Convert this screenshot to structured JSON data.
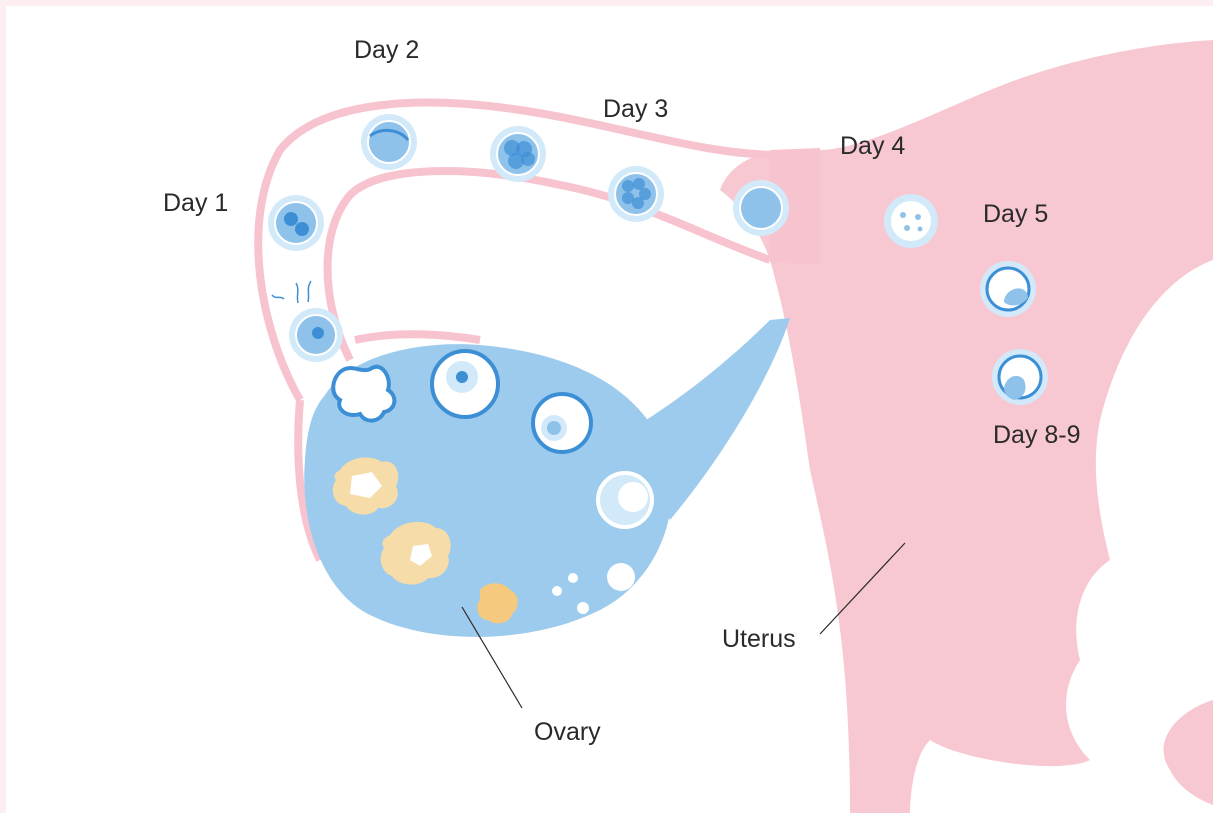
{
  "labels": {
    "day1": "Day 1",
    "day2": "Day 2",
    "day3": "Day 3",
    "day4": "Day 4",
    "day5": "Day 5",
    "day89": "Day 8-9",
    "uterus": "Uterus",
    "ovary": "Ovary"
  },
  "colors": {
    "frame": "#fdeef1",
    "uterus_pink": "#f8c8d2",
    "tube_pink": "#f7c3cf",
    "ovary_blue": "#9ccbed",
    "cell_outline": "#3d8fd5",
    "cell_fill": "#8fc2ea",
    "cell_halo": "#d2e9fa",
    "corpus_yellow": "#f5dca8",
    "label_text": "#2a2a2a"
  }
}
